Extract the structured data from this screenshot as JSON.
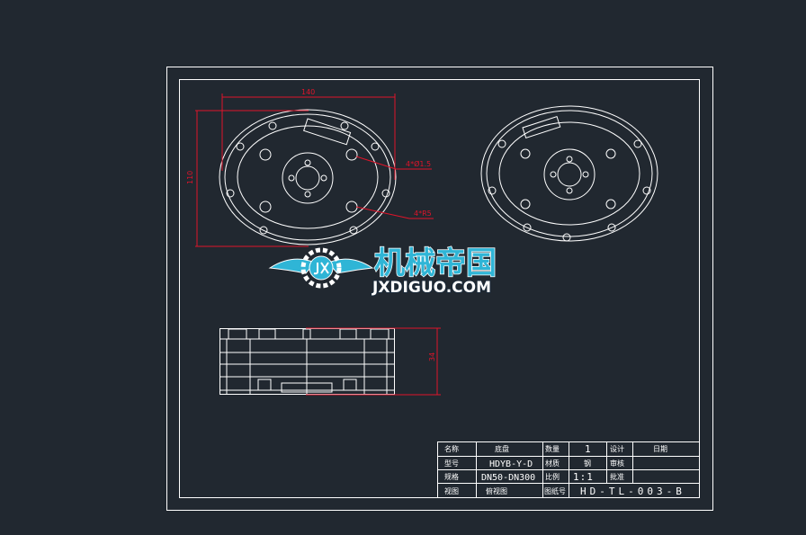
{
  "drawing": {
    "dimensions": {
      "width_label": "140",
      "height_label": "110",
      "hole_label": "4*Ø1.5",
      "radius_label": "4*R5",
      "thickness_label": "34"
    },
    "watermark": {
      "cn": "机械帝国",
      "en": "JXDIGUO.COM"
    },
    "title_block": {
      "rows": [
        [
          "名称",
          "底盘",
          "数量",
          "1",
          "设计",
          "日期"
        ],
        [
          "型号",
          "HDYB-Y-D",
          "材质",
          "钢",
          "审核",
          ""
        ],
        [
          "规格",
          "DN50-DN300",
          "比例",
          "1:1",
          "批准",
          ""
        ],
        [
          "视图",
          "俯视图",
          "图纸号",
          "HD-TL-003-B"
        ]
      ]
    },
    "colors": {
      "background": "#212830",
      "lines": "#ffffff",
      "dimensions": "#e0142a",
      "logo": "#2fb5d6"
    }
  }
}
